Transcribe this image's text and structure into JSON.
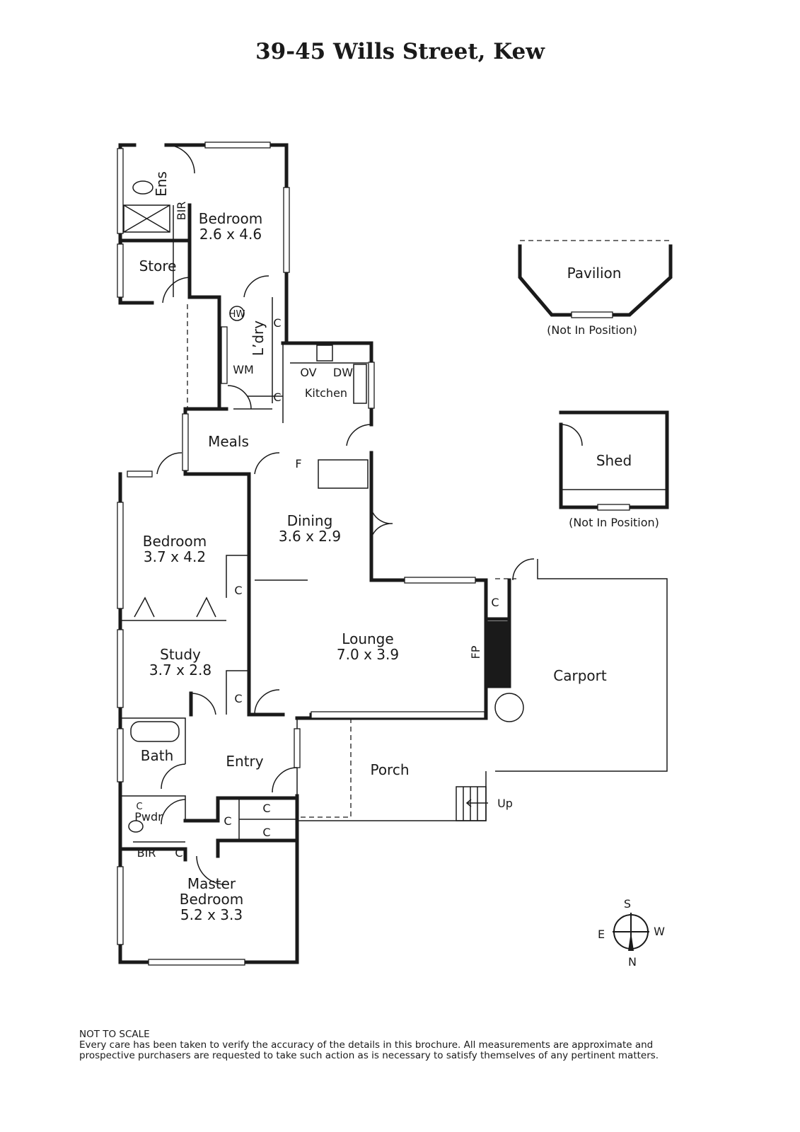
{
  "title": "39-45 Wills Street, Kew",
  "rooms": {
    "ens": "Ens",
    "bir_top": "BIR",
    "bedroom1": {
      "name": "Bedroom",
      "dims": "2.6 x 4.6"
    },
    "store": "Store",
    "hw": "HW",
    "ldry": "L’dry",
    "wm": "WM",
    "kitchen": "Kitchen",
    "ov": "OV",
    "dw": "DW",
    "meals": "Meals",
    "fridge": "F",
    "dining": {
      "name": "Dining",
      "dims": "3.6 x 2.9"
    },
    "bedroom2": {
      "name": "Bedroom",
      "dims": "3.7 x 4.2"
    },
    "study": {
      "name": "Study",
      "dims": "3.7 x 2.8"
    },
    "lounge": {
      "name": "Lounge",
      "dims": "7.0 x 3.9"
    },
    "fp": "FP",
    "carport": "Carport",
    "entry": "Entry",
    "porch": "Porch",
    "up": "Up",
    "bath": "Bath",
    "pwdr": "Pwdr",
    "bir_master": "BIR",
    "master": {
      "name1": "Master",
      "name2": "Bedroom",
      "dims": "5.2 x 3.3"
    },
    "cupboard": "C",
    "pavilion": "Pavilion",
    "shed": "Shed",
    "not_in_position": "(Not In Position)"
  },
  "compass": {
    "s": "S",
    "w": "W",
    "n": "N",
    "e": "E"
  },
  "disclaimer": {
    "line1": "NOT TO SCALE",
    "line2": "Every care has been taken to verify the accuracy of the details in this brochure. All measurements are approximate and",
    "line3": "prospective purchasers are requested to take such action as is necessary to satisfy themselves of any pertinent matters."
  }
}
